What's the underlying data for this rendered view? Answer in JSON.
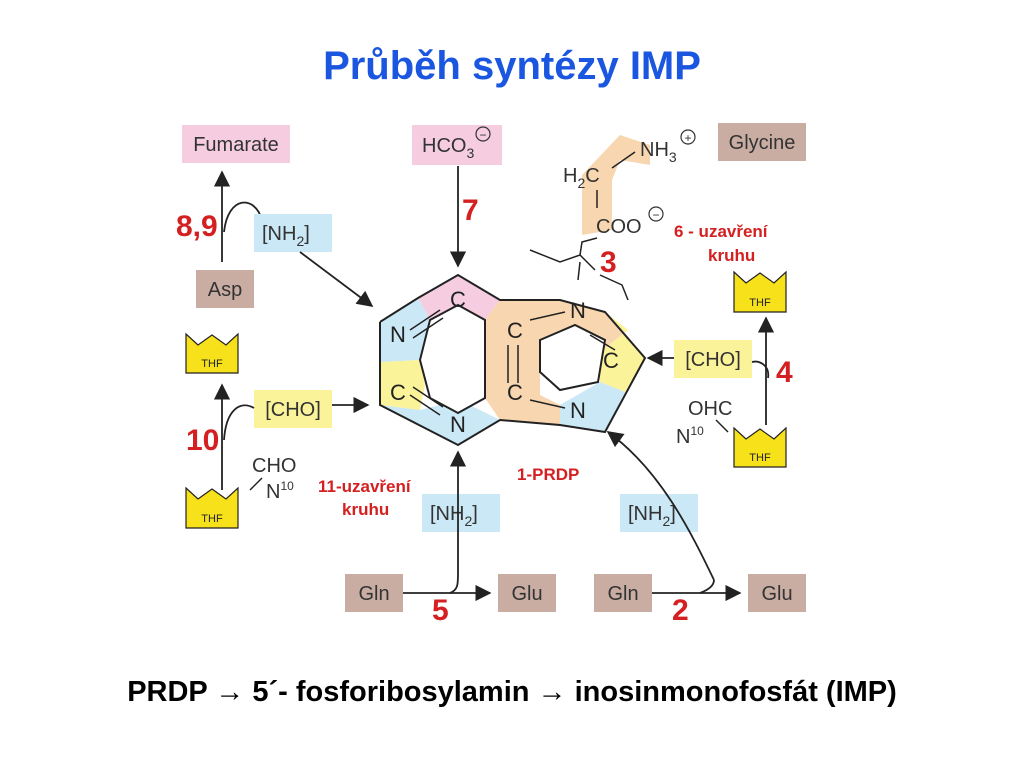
{
  "title": "Průběh syntézy IMP",
  "caption": "PRDP → 5´- fosforibosylamin → inosinmonofosfát (IMP)",
  "colors": {
    "title": "#1a56e0",
    "step_red": "#d42020",
    "pink": "#f6cde0",
    "blue": "#cbe8f6",
    "yellow": "#fbf39a",
    "peach": "#f8d6b0",
    "brown": "#c9ada2",
    "thf_yellow": "#f7e11a"
  },
  "boxes": {
    "fumarate": "Fumarate",
    "hco3": "HCO",
    "hco3_sub": "3",
    "glycine": "Glycine",
    "nh2_left_a": "[NH",
    "nh2_left_sub": "2",
    "nh2_left_b": "]",
    "asp": "Asp",
    "cho_left": "[CHO]",
    "cho_right": "[CHO]",
    "nh2_bottom_a": "[NH",
    "nh2_bottom_sub": "2",
    "nh2_bottom_b": "]",
    "nh2_right_a": "[NH",
    "nh2_right_sub": "2",
    "nh2_right_b": "]",
    "gln_left": "Gln",
    "glu_left": "Glu",
    "gln_right": "Gln",
    "glu_right": "Glu"
  },
  "steps": {
    "s89": "8,9",
    "s7": "7",
    "s3": "3",
    "s6_line1": "6 - uzavření",
    "s6_line2": "kruhu",
    "s4": "4",
    "s10": "10",
    "s11_line1": "11-uzavření",
    "s11_line2": "kruhu",
    "s1": "1-PRDP",
    "s5": "5",
    "s2": "2"
  },
  "thf": {
    "label": "THF"
  },
  "glycine_struct": {
    "nh3": "NH",
    "nh3_sub": "3",
    "h2c_h": "H",
    "h2c_sub": "2",
    "h2c_c": "C",
    "coo": "COO",
    "charge_plus": "+",
    "charge_minus": "−"
  },
  "formyl": {
    "cho": "CHO",
    "ohc": "OHC",
    "n10": "N",
    "n10_sup": "10"
  },
  "ring": {
    "c": "C",
    "n": "N"
  }
}
